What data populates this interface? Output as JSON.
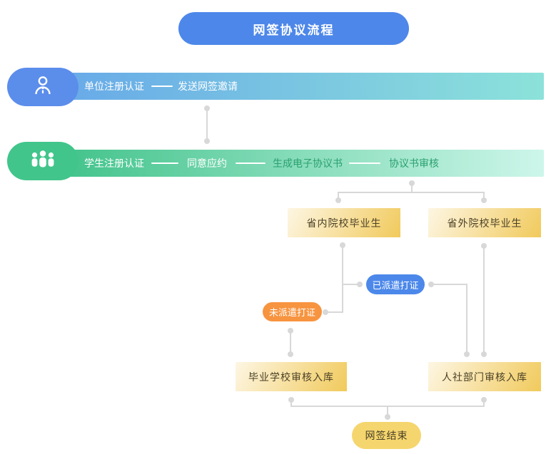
{
  "flow": {
    "title": "网签协议流程",
    "lane1": {
      "icon": "person-icon",
      "steps": [
        "单位注册认证",
        "发送网签邀请"
      ]
    },
    "lane2": {
      "icon": "group-icon",
      "steps": [
        "学生注册认证",
        "同意应约",
        "生成电子协议书",
        "协议书审核"
      ]
    },
    "nodes": {
      "insideProvince": "省内院校毕业生",
      "outsideProvince": "省外院校毕业生",
      "dispatched": "已派遣打证",
      "notDispatched": "未派遣打证",
      "schoolReview": "毕业学校审核入库",
      "hrReview": "人社部门审核入库",
      "end": "网签结束"
    }
  },
  "colors": {
    "title-bg": "#4d87e9",
    "blob1-bg": "#5b8deb",
    "bar1-start": "#66a7e9",
    "bar1-end": "#8ce2da",
    "blob2-bg": "#41c58b",
    "bar2-start": "#3cc187",
    "bar2-end": "#cdf6ea",
    "green-text": "#2aa06e",
    "box-start": "#fdf6e3",
    "box-end": "#f1ca5c",
    "box-text": "#4a4026",
    "blue-pill-bg": "#4c88ea",
    "orange-pill-bg": "#f79440",
    "end-pill-bg": "#f5d66e",
    "connector": "#d8d8d8"
  }
}
